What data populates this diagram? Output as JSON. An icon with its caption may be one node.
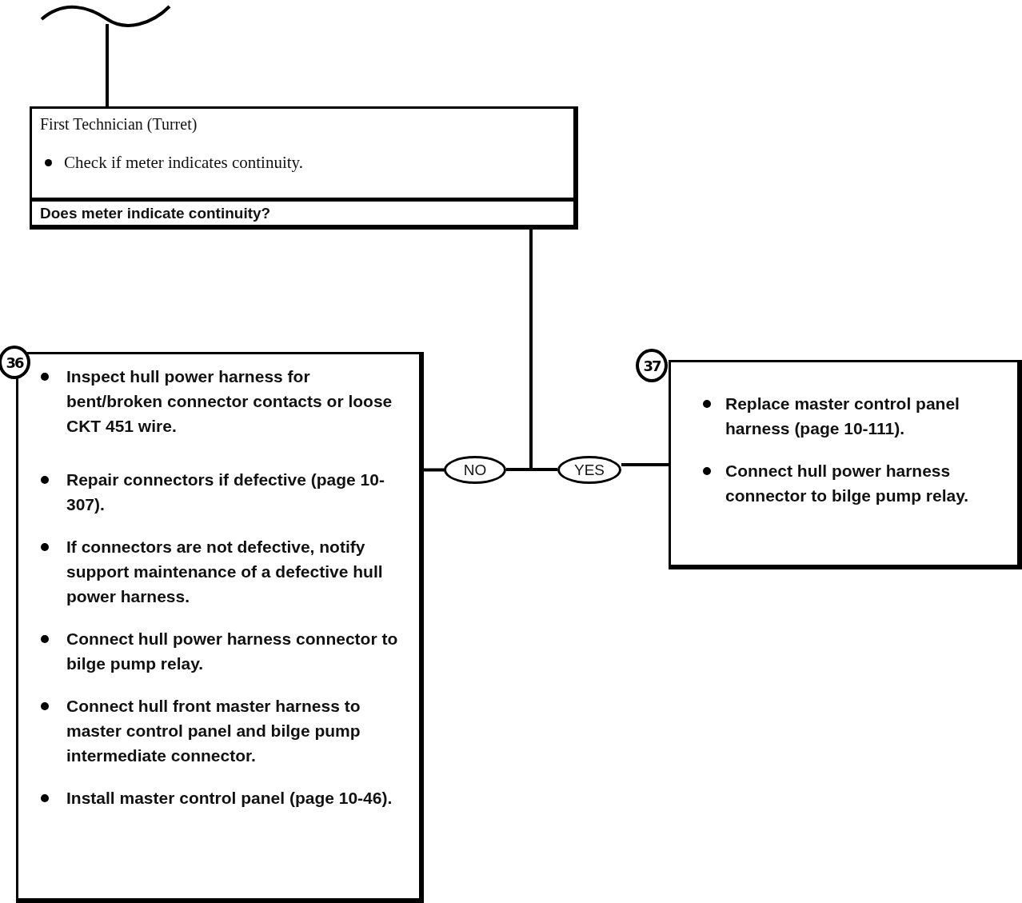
{
  "diagram": {
    "nodes": [
      {
        "text": [
          "First Technician (Turret)",
          "Check if meter indicates continuity."
        ]
      },
      {
        "text": [
          "Does meter indicate continuity?"
        ],
        "in": 0
      },
      {
        "text": [
          "NO"
        ]
      },
      {
        "text": [
          "YES"
        ]
      },
      {
        "text": [
          "Inspect hull power harness for bent/broken connector contacts or loose CKT 451 wire.",
          "Repair connectors if defective (page 10-307).",
          "If connectors are not defective, notify support maintenance of a defective hull power harness.",
          "Connect hull power harness connector to bilge pump relay.",
          "Connect hull front master harness to master control panel and bilge pump intermediate connector.",
          "Install master control panel (page 10-46)."
        ],
        "beside": [
          "36"
        ]
      },
      {
        "text": [
          "Replace master control panel harness (page 10-111).",
          "Connect hull power harness connector to bilge pump relay."
        ],
        "beside": [
          "37"
        ]
      }
    ],
    "edges": [
      {
        "from": null,
        "to": 0,
        "arrow": "none"
      },
      {
        "from": 1,
        "to": 2,
        "arrow": "none"
      },
      {
        "from": 1,
        "to": 3,
        "arrow": "none"
      },
      {
        "from": 2,
        "to": 4,
        "arrow": "none"
      },
      {
        "from": 3,
        "to": 5,
        "arrow": "none"
      }
    ]
  }
}
